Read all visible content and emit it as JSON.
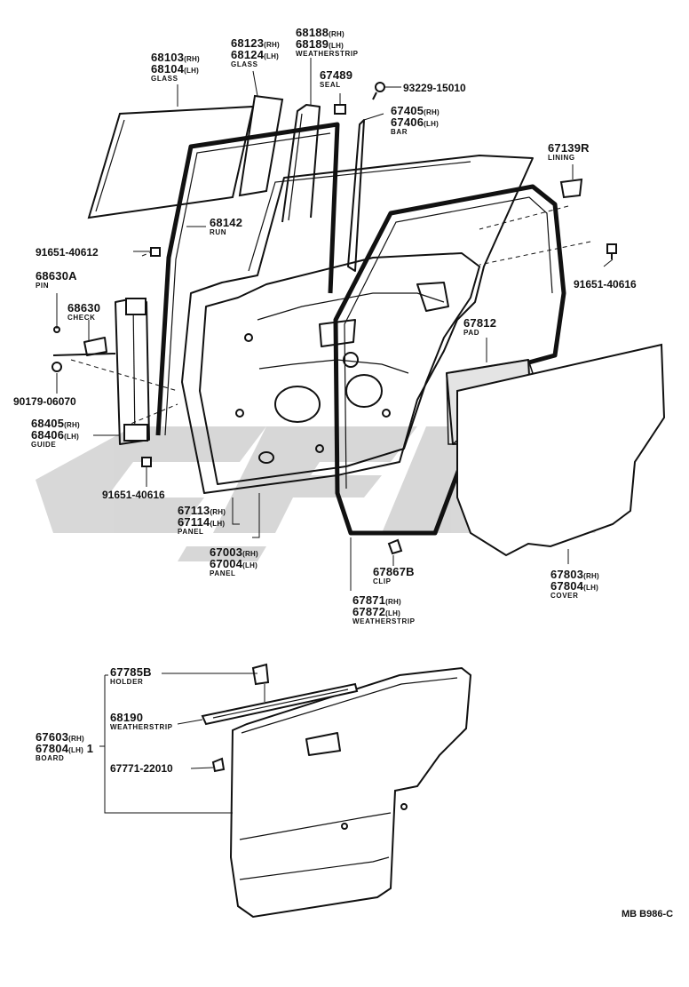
{
  "watermark": {
    "color": "#b8b8b8"
  },
  "labels": {
    "glass_main": {
      "pn1": "68103",
      "s1": "(RH)",
      "pn2": "68104",
      "s2": "(LH)",
      "name": "GLASS"
    },
    "glass_quarter": {
      "pn1": "68123",
      "s1": "(RH)",
      "pn2": "68124",
      "s2": "(LH)",
      "name": "GLASS"
    },
    "weatherstrip_top": {
      "pn1": "68188",
      "s1": "(RH)",
      "pn2": "68189",
      "s2": "(LH)",
      "name": "WEATHERSTRIP"
    },
    "seal": {
      "pn": "67489",
      "name": "SEAL"
    },
    "screw_top": {
      "pn": "93229-15010"
    },
    "bar": {
      "pn1": "67405",
      "s1": "(RH)",
      "pn2": "67406",
      "s2": "(LH)",
      "name": "BAR"
    },
    "lining": {
      "pn": "67139R",
      "name": "LINING"
    },
    "run": {
      "pn": "68142",
      "name": "RUN"
    },
    "bolt_left": {
      "pn": "91651-40612"
    },
    "bolt_right": {
      "pn": "91651-40616"
    },
    "pin": {
      "pn": "68630A",
      "name": "PIN"
    },
    "check": {
      "pn": "68630",
      "name": "CHECK"
    },
    "washer": {
      "pn": "90179-06070"
    },
    "guide": {
      "pn1": "68405",
      "s1": "(RH)",
      "pn2": "68406",
      "s2": "(LH)",
      "name": "GUIDE"
    },
    "bolt_bottom": {
      "pn": "91651-40616"
    },
    "pad": {
      "pn": "67812",
      "name": "PAD"
    },
    "inner_panel": {
      "pn1": "67113",
      "s1": "(RH)",
      "pn2": "67114",
      "s2": "(LH)",
      "name": "PANEL"
    },
    "outer_panel": {
      "pn1": "67003",
      "s1": "(RH)",
      "pn2": "67004",
      "s2": "(LH)",
      "name": "PANEL"
    },
    "clip": {
      "pn": "67867B",
      "name": "CLIP"
    },
    "weatherstrip_door": {
      "pn1": "67871",
      "s1": "(RH)",
      "pn2": "67872",
      "s2": "(LH)",
      "name": "WEATHERSTRIP"
    },
    "cover": {
      "pn1": "67803",
      "s1": "(RH)",
      "pn2": "67804",
      "s2": "(LH)",
      "name": "COVER"
    },
    "holder": {
      "pn": "67785B",
      "name": "HOLDER"
    },
    "weatherstrip_belt": {
      "pn": "68190",
      "name": "WEATHERSTRIP"
    },
    "board": {
      "pn1": "67603",
      "s1": "(RH)",
      "pn2": "67804",
      "s2": "(LH)",
      "suffix": "1",
      "name": "BOARD"
    },
    "board_clip": {
      "pn": "67771-22010"
    }
  },
  "diagram_code": "MB B986-C"
}
